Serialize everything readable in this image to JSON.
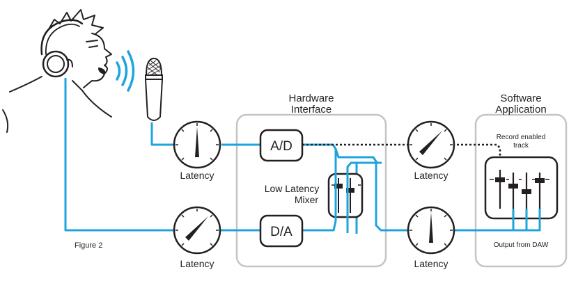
{
  "figure_label": "Figure 2",
  "hardware_interface": {
    "title_line1": "Hardware",
    "title_line2": "Interface"
  },
  "software_application": {
    "title_line1": "Software",
    "title_line2": "Application",
    "record_track_line1": "Record enabled",
    "record_track_line2": "track",
    "output_label": "Output from DAW"
  },
  "blocks": {
    "ad": "A/D",
    "da": "D/A"
  },
  "mixer": {
    "line1": "Low Latency",
    "line2": "Mixer"
  },
  "latency_labels": [
    "Latency",
    "Latency",
    "Latency",
    "Latency"
  ],
  "colors": {
    "signal": "#1ea4dc",
    "outline": "#231f20",
    "box_border": "#c4c4c4"
  }
}
